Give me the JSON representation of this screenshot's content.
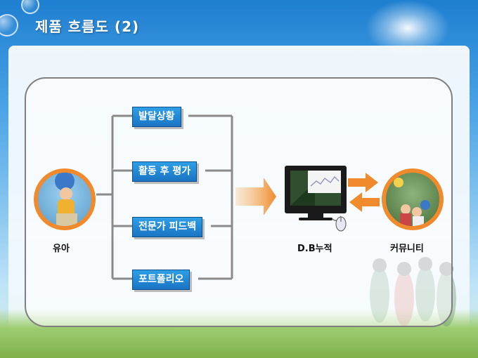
{
  "title": "제품 흐름도 (2)",
  "nodes": {
    "child": "유아",
    "db": "D.B누적",
    "community": "커뮤니티"
  },
  "branches": [
    "발달상황",
    "활동 후 평가",
    "전문가 피드백",
    "포트폴리오"
  ],
  "colors": {
    "accent_orange": "#f08a2c",
    "tag_blue": "#1a74c3",
    "frame_gray": "#7f7f7f"
  }
}
